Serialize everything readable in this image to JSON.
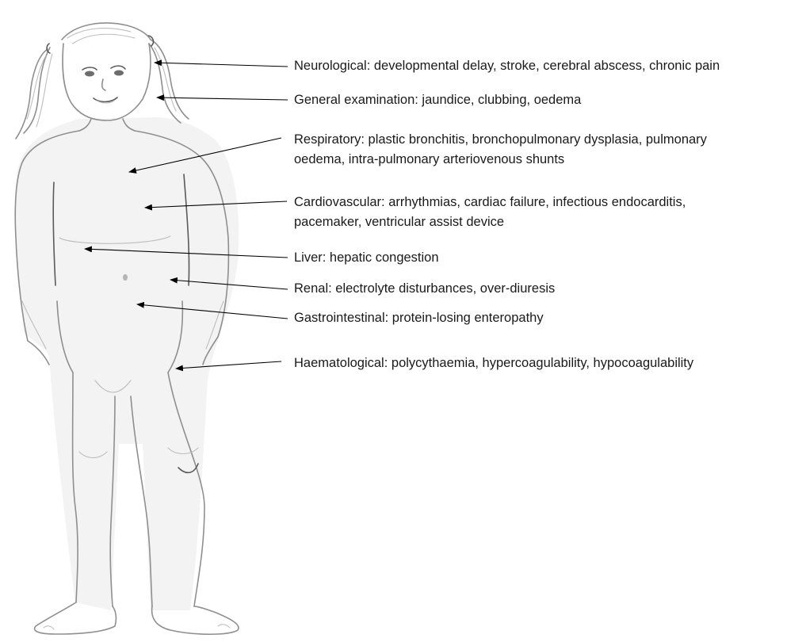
{
  "figure": {
    "illustration": "pencil-sketch-child-front-view",
    "annotations": [
      {
        "id": "neurological",
        "lines": [
          "Neurological: developmental delay, stroke, cerebral abscess, chronic pain"
        ]
      },
      {
        "id": "general",
        "lines": [
          "General examination: jaundice, clubbing, oedema"
        ]
      },
      {
        "id": "respiratory",
        "lines": [
          "Respiratory: plastic bronchitis, bronchopulmonary dysplasia, pulmonary",
          "oedema, intra-pulmonary arteriovenous shunts"
        ]
      },
      {
        "id": "cardiovascular",
        "lines": [
          "Cardiovascular: arrhythmias, cardiac failure, infectious endocarditis,",
          "pacemaker, ventricular assist device"
        ]
      },
      {
        "id": "liver",
        "lines": [
          "Liver: hepatic congestion"
        ]
      },
      {
        "id": "renal",
        "lines": [
          "Renal: electrolyte disturbances, over-diuresis"
        ]
      },
      {
        "id": "gastrointestinal",
        "lines": [
          "Gastrointestinal: protein-losing enteropathy"
        ]
      },
      {
        "id": "haematological",
        "lines": [
          "Haematological: polycythaemia, hypercoagulability, hypocoagulability"
        ]
      }
    ],
    "colors": {
      "arrow": "#000000",
      "text": "#1a1a1a",
      "sketch": "#8f8f8f"
    }
  }
}
